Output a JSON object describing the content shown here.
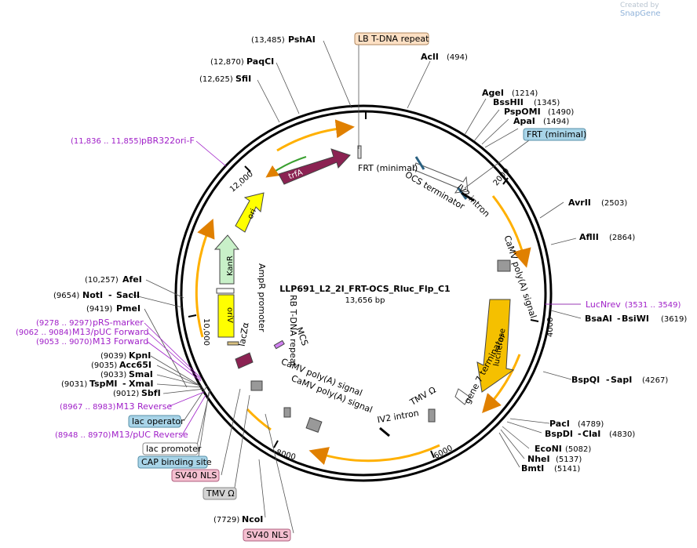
{
  "watermark": {
    "prefix": "Created by",
    "brand": "SnapGene"
  },
  "plasmid": {
    "name": "LLP691_L2_2I_FRT-OCS_Rluc_Flp_C1",
    "size": "13,656 bp"
  },
  "ticks": [
    "2000",
    "4000",
    "6000",
    "8000",
    "10,000",
    "12,000"
  ],
  "sites_bold": [
    {
      "pos": "(13,485)",
      "name": "PshAI"
    },
    {
      "pos": "(12,870)",
      "name": "PaqCI"
    },
    {
      "pos": "(12,625)",
      "name": "SfiI"
    },
    {
      "name": "AclI",
      "pos": "(494)"
    },
    {
      "name": "AgeI",
      "pos": "(1214)"
    },
    {
      "name": "BssHII",
      "pos": "(1345)"
    },
    {
      "name": "PspOMI",
      "pos": "(1490)"
    },
    {
      "name": "ApaI",
      "pos": "(1494)"
    },
    {
      "name": "AvrII",
      "pos": "(2503)"
    },
    {
      "name": "AflII",
      "pos": "(2864)"
    },
    {
      "name": "BsaAI",
      "name2": "BsiWI",
      "pos": "(3619)"
    },
    {
      "name": "BspQI",
      "name2": "SapI",
      "pos": "(4267)"
    },
    {
      "name": "PacI",
      "pos": "(4789)"
    },
    {
      "name": "BspDI",
      "name2": "ClaI",
      "pos": "(4830)"
    },
    {
      "name": "EcoNI",
      "pos": "(5082)"
    },
    {
      "name": "NheI",
      "pos": "(5137)"
    },
    {
      "name": "BmtI",
      "pos": "(5141)"
    },
    {
      "pos": "(7729)",
      "name": "NcoI"
    },
    {
      "pos": "(10,257)",
      "name": "AfeI"
    },
    {
      "pos": "(9654)",
      "name": "NotI",
      "name2": "SacII"
    },
    {
      "pos": "(9419)",
      "name": "PmeI"
    },
    {
      "pos": "(9039)",
      "name": "KpnI"
    },
    {
      "pos": "(9035)",
      "name": "Acc65I"
    },
    {
      "pos": "(9033)",
      "name": "SmaI"
    },
    {
      "pos": "(9031)",
      "name": "TspMI",
      "name2": "XmaI"
    },
    {
      "pos": "(9012)",
      "name": "SbfI"
    }
  ],
  "primers": [
    {
      "pos": "(11,836 .. 11,855)",
      "name": "pBR322ori-F"
    },
    {
      "name": "LucNrev",
      "pos": "(3531 .. 3549)"
    },
    {
      "pos": "(9278 .. 9297)",
      "name": "pRS-marker"
    },
    {
      "pos": "(9062 .. 9084)",
      "name": "M13/pUC Forward"
    },
    {
      "pos": "(9053 .. 9070)",
      "name": "M13 Forward"
    },
    {
      "pos": "(8967 .. 8983)",
      "name": "M13 Reverse"
    },
    {
      "pos": "(8948 .. 8970)",
      "name": "M13/pUC Reverse"
    }
  ],
  "boxed_labels": [
    "LB T-DNA repeat",
    "FRT (minimal)",
    "lac operator",
    "lac promoter",
    "CAP binding site",
    "SV40 NLS",
    "TMV Ω",
    "SV40 NLS"
  ],
  "feature_labels": [
    "FRT (minimal)",
    "OCS terminator",
    "IV2 intron",
    "CaMV poly(A) signal",
    "luciferase",
    "gene 7 terminator",
    "TMV Ω",
    "IV2 intron",
    "CaMV poly(A) signal",
    "CaMV poly(A) signal",
    "trfA",
    "ori",
    "KanR",
    "oriV",
    "AmpR promoter",
    "RB T-DNA repeat",
    "lacZα",
    "MCS"
  ],
  "colors": {
    "bold": "#000000",
    "primer": "#a020c8",
    "arrowStroke": "#ffb000",
    "trfA": "#8b2252",
    "ori": "#ffff00",
    "kanr": "#c8f0c8",
    "luciferase": "#f5c000",
    "lblBlue": "#a8d4e8",
    "lblPeach": "#fde0c4",
    "lblPink": "#f4c0d0",
    "lblGray": "#d4d4d4"
  }
}
